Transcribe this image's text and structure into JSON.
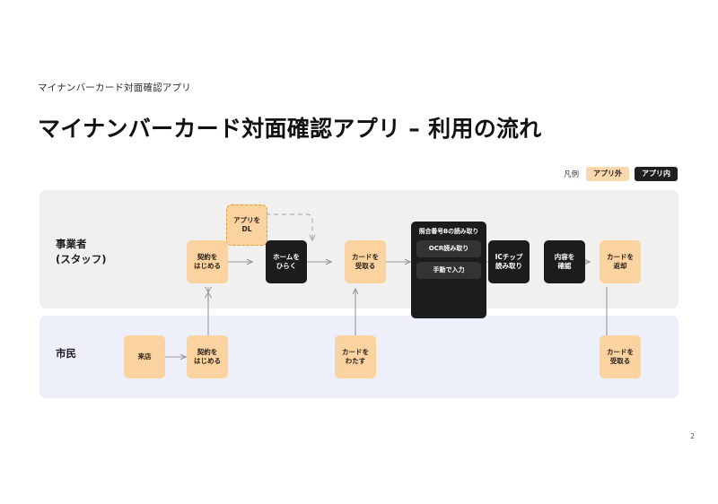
{
  "header": {
    "eyebrow": "マイナンバーカード対面確認アプリ",
    "title": "マイナンバーカード対面確認アプリ – 利用の流れ"
  },
  "legend": {
    "label": "凡例",
    "items": [
      {
        "text": "アプリ外",
        "color": "#fbd9ae"
      },
      {
        "text": "アプリ内",
        "color": "#1f1f1f"
      }
    ]
  },
  "lanes": [
    {
      "id": "staff",
      "title_line1": "事業者",
      "title_line2": "(スタッフ)",
      "background": "#f1f0ef"
    },
    {
      "id": "citizen",
      "title_line1": "市民",
      "title_line2": "",
      "background": "#edf0fb"
    }
  ],
  "nodes": {
    "app_dl": {
      "line1": "アプリを",
      "line2": "DL",
      "style": "outside-optional"
    },
    "contract_staff": {
      "line1": "契約を",
      "line2": "はじめる",
      "style": "outside"
    },
    "open_home": {
      "line1": "ホームを",
      "line2": "ひらく",
      "style": "inside"
    },
    "receive_card": {
      "line1": "カードを",
      "line2": "受取る",
      "style": "outside"
    },
    "read_group_title": "照合番号Bの読み取り",
    "read_ocr": "OCR読み取り",
    "read_manual": "手動で入力",
    "ic_chip": {
      "line1": "ICチップ",
      "line2": "読み取り",
      "style": "inside"
    },
    "confirm": {
      "line1": "内容を",
      "line2": "確認",
      "style": "inside"
    },
    "return_card": {
      "line1": "カードを",
      "line2": "返却",
      "style": "outside"
    },
    "visit_store": {
      "line1": "来店",
      "line2": "",
      "style": "outside"
    },
    "contract_citizen": {
      "line1": "契約を",
      "line2": "はじめる",
      "style": "outside"
    },
    "hand_card": {
      "line1": "カードを",
      "line2": "わたす",
      "style": "outside"
    },
    "get_card_back": {
      "line1": "カードを",
      "line2": "受取る",
      "style": "outside"
    }
  },
  "footer": {
    "page_number": "2"
  },
  "colors": {
    "outside": "#fbd3a0",
    "outside_border": "#e09a2c",
    "inside": "#1c1c1c",
    "inside_item": "#333333",
    "lane_staff": "#f1f0ef",
    "lane_citizen": "#edf0fb",
    "arrow": "#9a9a9a",
    "text_dark": "#111111"
  }
}
